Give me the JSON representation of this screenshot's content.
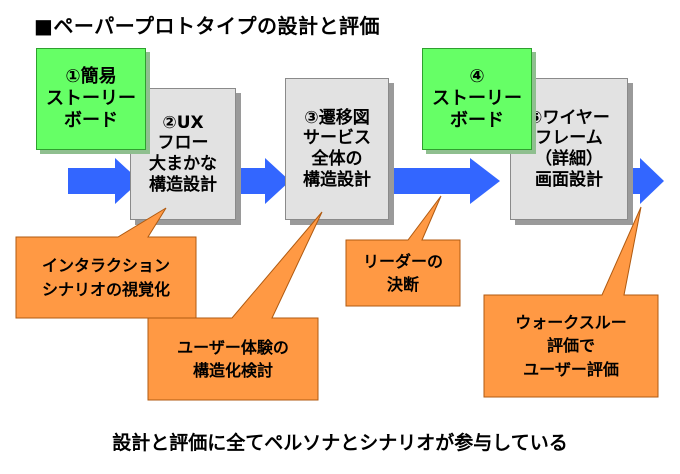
{
  "title": "■ペーパープロトタイプの設計と評価",
  "steps": [
    {
      "lines": [
        "②UX",
        "フロー",
        "大まかな",
        "構造設計"
      ]
    },
    {
      "lines": [
        "③遷移図",
        "サービス",
        "全体の",
        "構造設計"
      ]
    },
    {
      "lines": [
        "⑤ワイヤー",
        "フレーム",
        "（詳細）",
        "画面設計"
      ]
    }
  ],
  "storyboards": [
    {
      "lines": [
        "①簡易",
        "ストーリー",
        "ボード"
      ]
    },
    {
      "lines": [
        "④",
        "ストーリー",
        "ボード"
      ]
    }
  ],
  "callouts": [
    {
      "lines": [
        "インタラクション",
        "シナリオの視覚化"
      ]
    },
    {
      "lines": [
        "ユーザー体験の",
        "構造化検討"
      ]
    },
    {
      "lines": [
        "リーダーの",
        "決断"
      ]
    },
    {
      "lines": [
        "ウォークスルー",
        "評価で",
        "ユーザー評価"
      ]
    }
  ],
  "footer": "設計と評価に全てペルソナとシナリオが参与している",
  "colors": {
    "arrow": "#3366ff",
    "callout_fill": "#ff9944",
    "callout_border": "#b05a10",
    "step_fill": "#e2e2e2",
    "storyboard_fill": "#66ff66"
  }
}
